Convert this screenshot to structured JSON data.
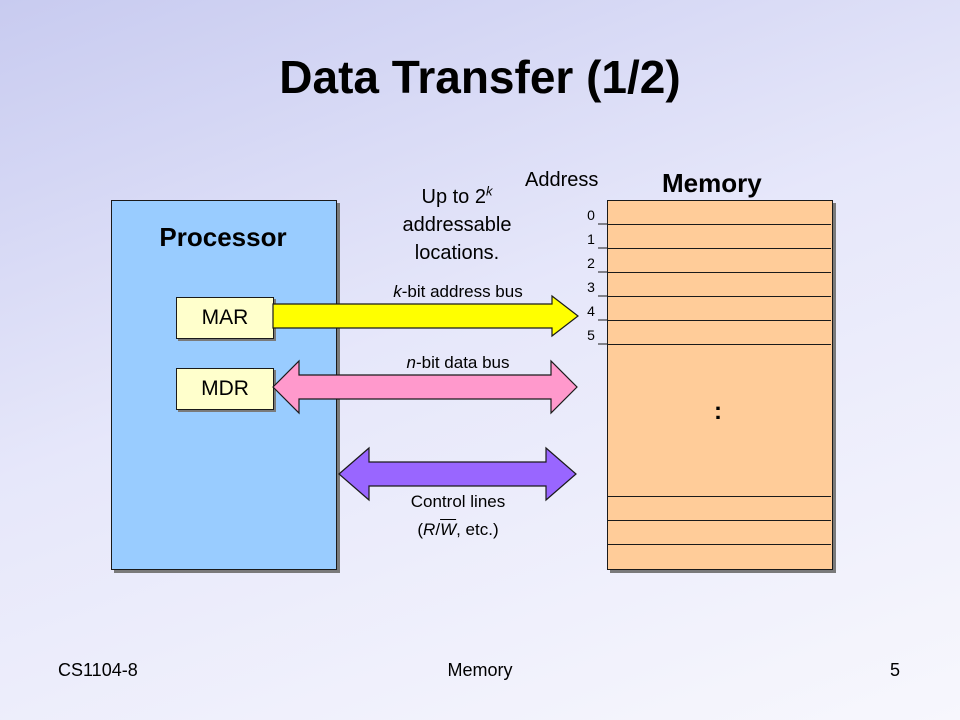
{
  "title": "Data Transfer (1/2)",
  "processor": {
    "label": "Processor",
    "registers": [
      "MAR",
      "MDR"
    ]
  },
  "memory": {
    "label": "Memory",
    "address_header": "Address",
    "addresses": [
      "0",
      "1",
      "2",
      "3",
      "4",
      "5"
    ],
    "ellipsis": ":"
  },
  "annotation": {
    "up_to": "Up to 2",
    "exponent": "k",
    "line2": "addressable",
    "line3": "locations."
  },
  "buses": {
    "address": {
      "var": "k",
      "text": "-bit address bus"
    },
    "data": {
      "var": "n",
      "text": "-bit data bus"
    },
    "control": {
      "line1": "Control lines",
      "open": "(",
      "r": "R",
      "slash": "/",
      "w": "W",
      "rest": ", etc.)"
    }
  },
  "colors": {
    "processor_fill": "#99ccff",
    "memory_fill": "#ffcc99",
    "register_fill": "#ffffcc",
    "address_bus": "#ffff00",
    "data_bus": "#ff99cc",
    "control_bus": "#9966ff"
  },
  "footer": {
    "left": "CS1104-8",
    "center": "Memory",
    "page": "5"
  }
}
